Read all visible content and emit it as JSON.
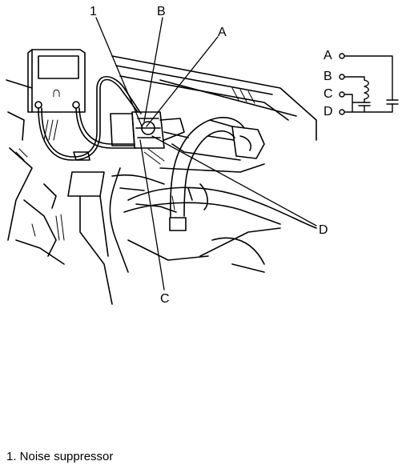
{
  "callouts": {
    "one": "1",
    "b": "B",
    "a": "A",
    "c": "C",
    "d": "D"
  },
  "schematic": {
    "a": "A",
    "b": "B",
    "c": "C",
    "d": "D"
  },
  "meter": {
    "symbol": "∩"
  },
  "caption": "1. Noise suppressor",
  "colors": {
    "ink": "#000000",
    "paper": "#ffffff"
  }
}
